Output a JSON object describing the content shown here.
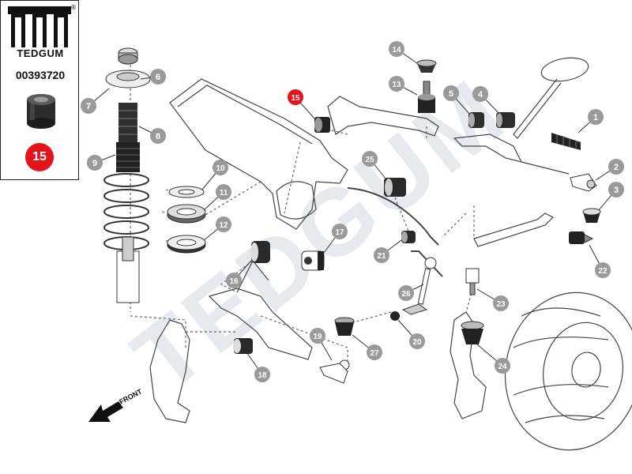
{
  "brand": {
    "name": "TEDGUM",
    "registered_mark": "®",
    "part_number": "00393720",
    "highlight_number": "15",
    "highlight_color": "#e4141e"
  },
  "diagram": {
    "watermark": "TEDGUM",
    "front_label": "FRONT",
    "callouts": [
      {
        "id": "1",
        "label": "1",
        "highlight": false
      },
      {
        "id": "2",
        "label": "2",
        "highlight": false
      },
      {
        "id": "3",
        "label": "3",
        "highlight": false
      },
      {
        "id": "4",
        "label": "4",
        "highlight": false
      },
      {
        "id": "5",
        "label": "5",
        "highlight": false
      },
      {
        "id": "6",
        "label": "6",
        "highlight": false
      },
      {
        "id": "7",
        "label": "7",
        "highlight": false
      },
      {
        "id": "8",
        "label": "8",
        "highlight": false
      },
      {
        "id": "9",
        "label": "9",
        "highlight": false
      },
      {
        "id": "10",
        "label": "10",
        "highlight": false
      },
      {
        "id": "11",
        "label": "11",
        "highlight": false
      },
      {
        "id": "12",
        "label": "12",
        "highlight": false
      },
      {
        "id": "13",
        "label": "13",
        "highlight": false
      },
      {
        "id": "14",
        "label": "14",
        "highlight": false
      },
      {
        "id": "15",
        "label": "15",
        "highlight": true
      },
      {
        "id": "16",
        "label": "16",
        "highlight": false
      },
      {
        "id": "17",
        "label": "17",
        "highlight": false
      },
      {
        "id": "18",
        "label": "18",
        "highlight": false
      },
      {
        "id": "19",
        "label": "19",
        "highlight": false
      },
      {
        "id": "20",
        "label": "20",
        "highlight": false
      },
      {
        "id": "21",
        "label": "21",
        "highlight": false
      },
      {
        "id": "22",
        "label": "22",
        "highlight": false
      },
      {
        "id": "23",
        "label": "23",
        "highlight": false
      },
      {
        "id": "24",
        "label": "24",
        "highlight": false
      },
      {
        "id": "25",
        "label": "25",
        "highlight": false
      },
      {
        "id": "26",
        "label": "26",
        "highlight": false
      },
      {
        "id": "27",
        "label": "27",
        "highlight": false
      }
    ],
    "colors": {
      "callout_gray": "#9a9a9a",
      "line": "#444444",
      "part_dark": "#3a3a3a",
      "watermark": "#e6e9ee"
    }
  }
}
